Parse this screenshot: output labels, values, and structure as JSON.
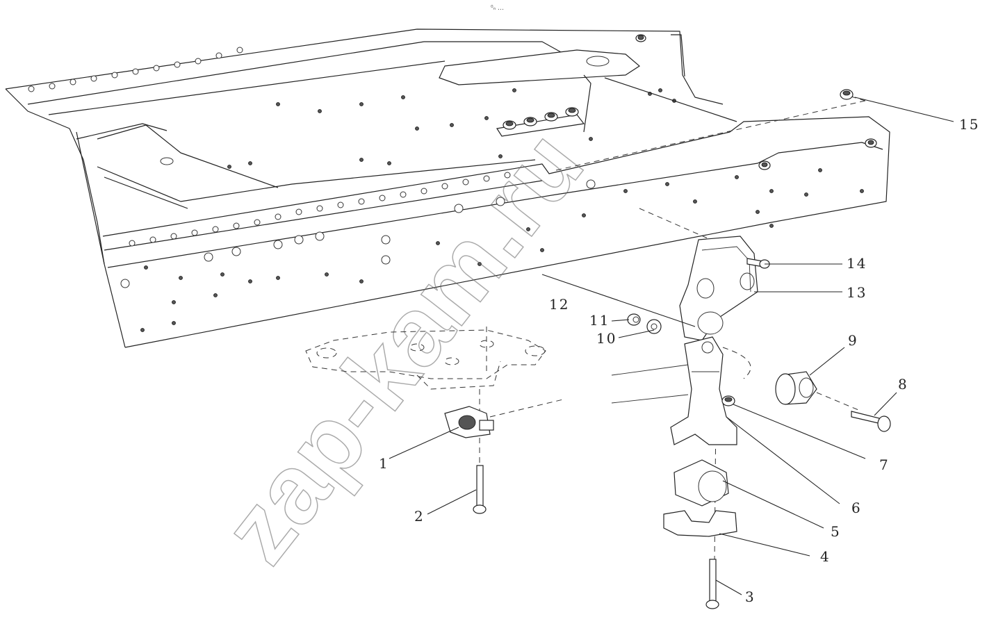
{
  "header": {
    "mark": "⁰ₙ …"
  },
  "watermark": {
    "text": "zap-kam.ru"
  },
  "callouts": [
    {
      "id": "1",
      "label": "1"
    },
    {
      "id": "2",
      "label": "2"
    },
    {
      "id": "3",
      "label": "3"
    },
    {
      "id": "4",
      "label": "4"
    },
    {
      "id": "5",
      "label": "5"
    },
    {
      "id": "6",
      "label": "6"
    },
    {
      "id": "7",
      "label": "7"
    },
    {
      "id": "8",
      "label": "8"
    },
    {
      "id": "9",
      "label": "9"
    },
    {
      "id": "10",
      "label": "10"
    },
    {
      "id": "11",
      "label": "11"
    },
    {
      "id": "12",
      "label": "12"
    },
    {
      "id": "13",
      "label": "13"
    },
    {
      "id": "14",
      "label": "14"
    },
    {
      "id": "15",
      "label": "15"
    }
  ]
}
